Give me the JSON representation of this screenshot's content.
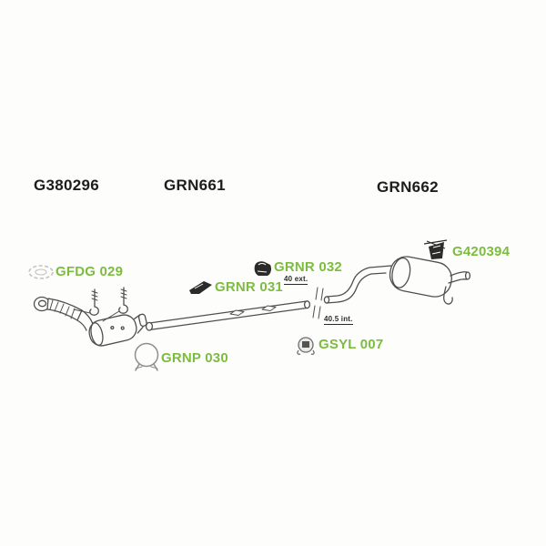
{
  "background_color": "#fdfefc",
  "colors": {
    "group_label_black": "#1d1d1b",
    "part_label_green": "#7cbc3f",
    "sketch_line_gray": "#4f4f4d",
    "light_gray_icon": "#b9b9b5"
  },
  "group_labels": {
    "front_pipe": "G380296",
    "middle_pipe": "GRN661",
    "rear_muffler": "GRN662"
  },
  "part_labels": {
    "gasket": "GFDG 029",
    "mount_032": "GRNR 032",
    "mount_031": "GRNR 031",
    "hanger_bracket": "G420394",
    "clamp": "GRNP 030",
    "mount_007": "GSYL 007"
  },
  "dimensions": {
    "outer": "40 ext.",
    "inner": "40.5 int."
  },
  "icons": {
    "gasket": "gasket-ring-icon",
    "mount_032": "rubber-mount-icon",
    "mount_031": "wedge-mount-icon",
    "hanger_bracket": "hanger-bracket-icon",
    "clamp": "pipe-clamp-icon",
    "mount_007": "rubber-mount-icon"
  }
}
